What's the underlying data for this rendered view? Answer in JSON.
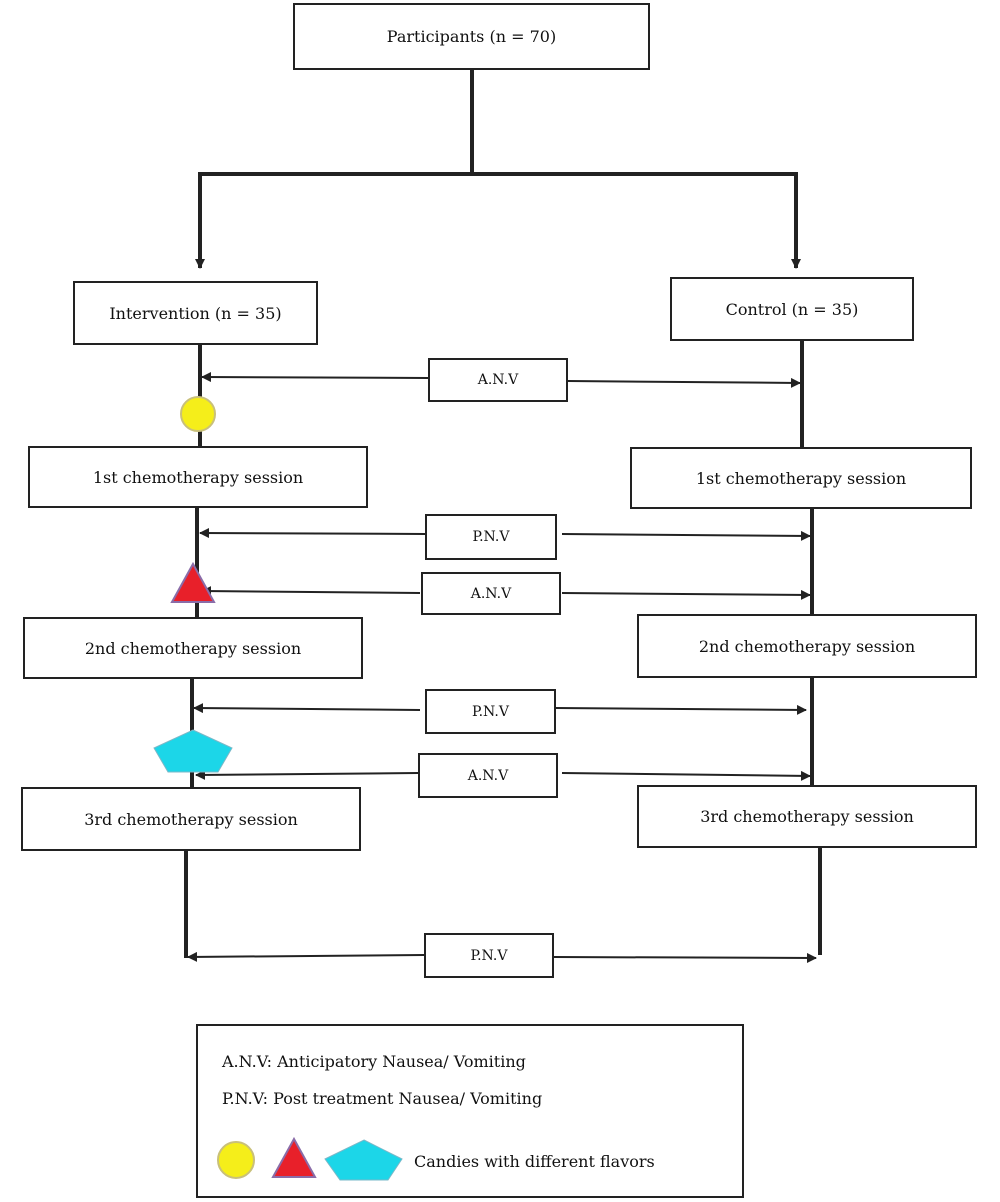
{
  "root": {
    "label": "Participants (n = 70)"
  },
  "groups": {
    "left": {
      "label": "Intervention (n = 35)"
    },
    "right": {
      "label": "Control (n = 35)"
    }
  },
  "sessions": [
    "1st chemotherapy session",
    "2nd chemotherapy session",
    "3rd chemotherapy session"
  ],
  "measures": {
    "anv": "A.N.V",
    "pnv": "P.N.V"
  },
  "candy_colors": {
    "circle": "#f5ee1a",
    "triangle": "#e8202a",
    "pentagon": "#1cd6e8"
  },
  "legend": {
    "anv_text": "A.N.V: Anticipatory Nausea/ Vomiting",
    "pnv_text": "P.N.V: Post treatment Nausea/ Vomiting",
    "candies_text": "Candies with different flavors",
    "icons": [
      "yellow-circle",
      "red-triangle",
      "cyan-pentagon"
    ]
  }
}
